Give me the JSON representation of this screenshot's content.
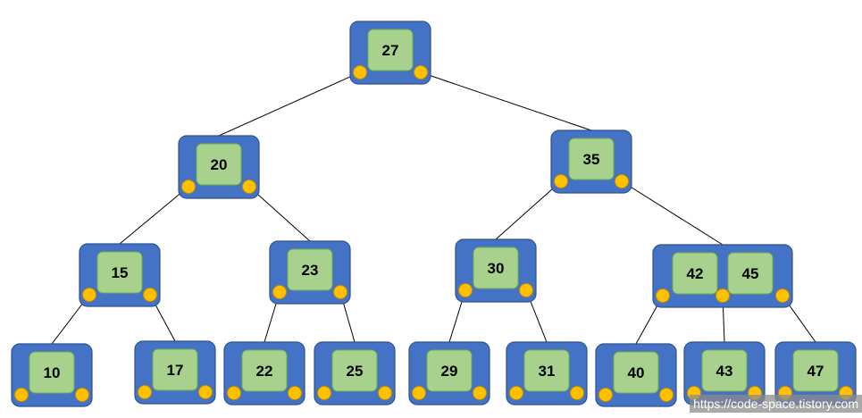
{
  "colors": {
    "node_fill": "#4472C4",
    "node_border": "#2F528F",
    "key_fill": "#A9D18E",
    "key_border": "#70AD47",
    "pointer_fill": "#FFC000",
    "pointer_border": "#BF8F00",
    "edge": "#000000"
  },
  "tree": {
    "levels": [
      {
        "nodes": [
          {
            "keys": [
              "27"
            ]
          }
        ]
      },
      {
        "nodes": [
          {
            "keys": [
              "20"
            ]
          },
          {
            "keys": [
              "35"
            ]
          }
        ]
      },
      {
        "nodes": [
          {
            "keys": [
              "15"
            ]
          },
          {
            "keys": [
              "23"
            ]
          },
          {
            "keys": [
              "30"
            ]
          },
          {
            "keys": [
              "42",
              "45"
            ]
          }
        ]
      },
      {
        "nodes": [
          {
            "keys": [
              "10"
            ]
          },
          {
            "keys": [
              "17"
            ]
          },
          {
            "keys": [
              "22"
            ]
          },
          {
            "keys": [
              "25"
            ]
          },
          {
            "keys": [
              "29"
            ]
          },
          {
            "keys": [
              "31"
            ]
          },
          {
            "keys": [
              "40"
            ]
          },
          {
            "keys": [
              "43"
            ]
          },
          {
            "keys": [
              "47"
            ]
          }
        ]
      }
    ]
  },
  "watermark": "https://code-space.tistory.com"
}
